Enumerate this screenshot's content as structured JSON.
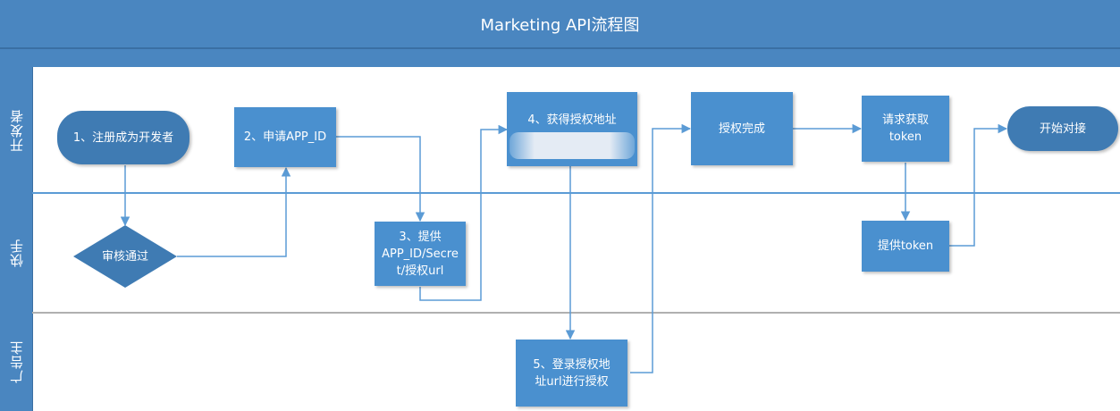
{
  "title": "Marketing API流程图",
  "lanes": {
    "developer": "开发者",
    "kuaishou": "快手",
    "advertiser": "广告主"
  },
  "nodes": {
    "register": "1、注册成为开发者",
    "review": "审核通过",
    "apply_app_id": "2、申请APP_ID",
    "provide_line1": "3、提供",
    "provide_line2": "APP_ID/Secre",
    "provide_line3": "t/授权url",
    "get_auth_url": "4、获得授权地址",
    "login_line1": "5、登录授权地",
    "login_line2": "址url进行授权",
    "auth_done": "授权完成",
    "request_token_line1": "请求获取",
    "request_token_line2": "token",
    "provide_token": "提供token",
    "start_integration": "开始对接"
  },
  "colors": {
    "header": "#4a86c0",
    "process": "#4a90cf",
    "terminal": "#3f7bb3",
    "decision": "#3f7bb3",
    "arrow": "#5b9bd5",
    "lane_line_1": "#5b9bd5",
    "lane_line_2": "#b0b0b0"
  }
}
